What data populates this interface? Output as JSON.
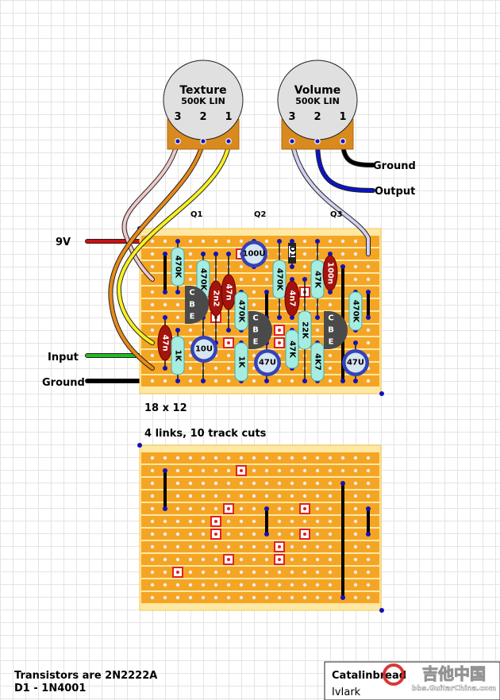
{
  "pots": [
    {
      "name": "Texture",
      "value": "500K LIN",
      "lugs": [
        "3",
        "2",
        "1"
      ]
    },
    {
      "name": "Volume",
      "value": "500K LIN",
      "lugs": [
        "3",
        "2",
        "1"
      ]
    }
  ],
  "wire_labels": {
    "nine_v": "9V",
    "input": "Input",
    "ground_left": "Ground",
    "ground_right": "Ground",
    "output": "Output"
  },
  "transistor_labels": [
    "Q1",
    "Q2",
    "Q3"
  ],
  "transistor_pins": [
    "C",
    "B",
    "E"
  ],
  "board": {
    "size": "18 x 12",
    "summary": "4 links, 10 track cuts",
    "columns": 18,
    "rows": 12
  },
  "components": [
    {
      "type": "resistor",
      "value": "470K"
    },
    {
      "type": "resistor",
      "value": "470K"
    },
    {
      "type": "film-cap",
      "value": "2n2"
    },
    {
      "type": "film-cap",
      "value": "47n"
    },
    {
      "type": "electrolytic",
      "value": "100U"
    },
    {
      "type": "resistor",
      "value": "470K"
    },
    {
      "type": "film-cap",
      "value": "47n"
    },
    {
      "type": "resistor",
      "value": "1K"
    },
    {
      "type": "electrolytic",
      "value": "10U"
    },
    {
      "type": "resistor",
      "value": "1K"
    },
    {
      "type": "electrolytic",
      "value": "47U"
    },
    {
      "type": "resistor",
      "value": "470K"
    },
    {
      "type": "film-cap",
      "value": "4n7"
    },
    {
      "type": "diode",
      "value": "D1"
    },
    {
      "type": "resistor",
      "value": "22K"
    },
    {
      "type": "resistor",
      "value": "47K"
    },
    {
      "type": "resistor",
      "value": "47K"
    },
    {
      "type": "film-cap",
      "value": "100n"
    },
    {
      "type": "resistor",
      "value": "4K7"
    },
    {
      "type": "resistor",
      "value": "470K"
    },
    {
      "type": "electrolytic",
      "value": "47U"
    }
  ],
  "notes": {
    "transistors": "Transistors are 2N2222A",
    "diode": "D1 - 1N4001"
  },
  "credit": {
    "title": "Catalinbread",
    "author": "IvIark"
  },
  "watermark": {
    "text": "吉他中国",
    "url": "bbs.GuitarChina.com"
  },
  "colors": {
    "strip": "#f5a524",
    "board": "#fde8a4",
    "resistor": "#a6ece0",
    "film_cap": "#a4140c",
    "electrolytic": "#3443b8",
    "link": "#000000",
    "cut": "#e02020",
    "wire_9v": "#d01010",
    "wire_input": "#22bb22",
    "wire_output": "#0a14c8"
  }
}
